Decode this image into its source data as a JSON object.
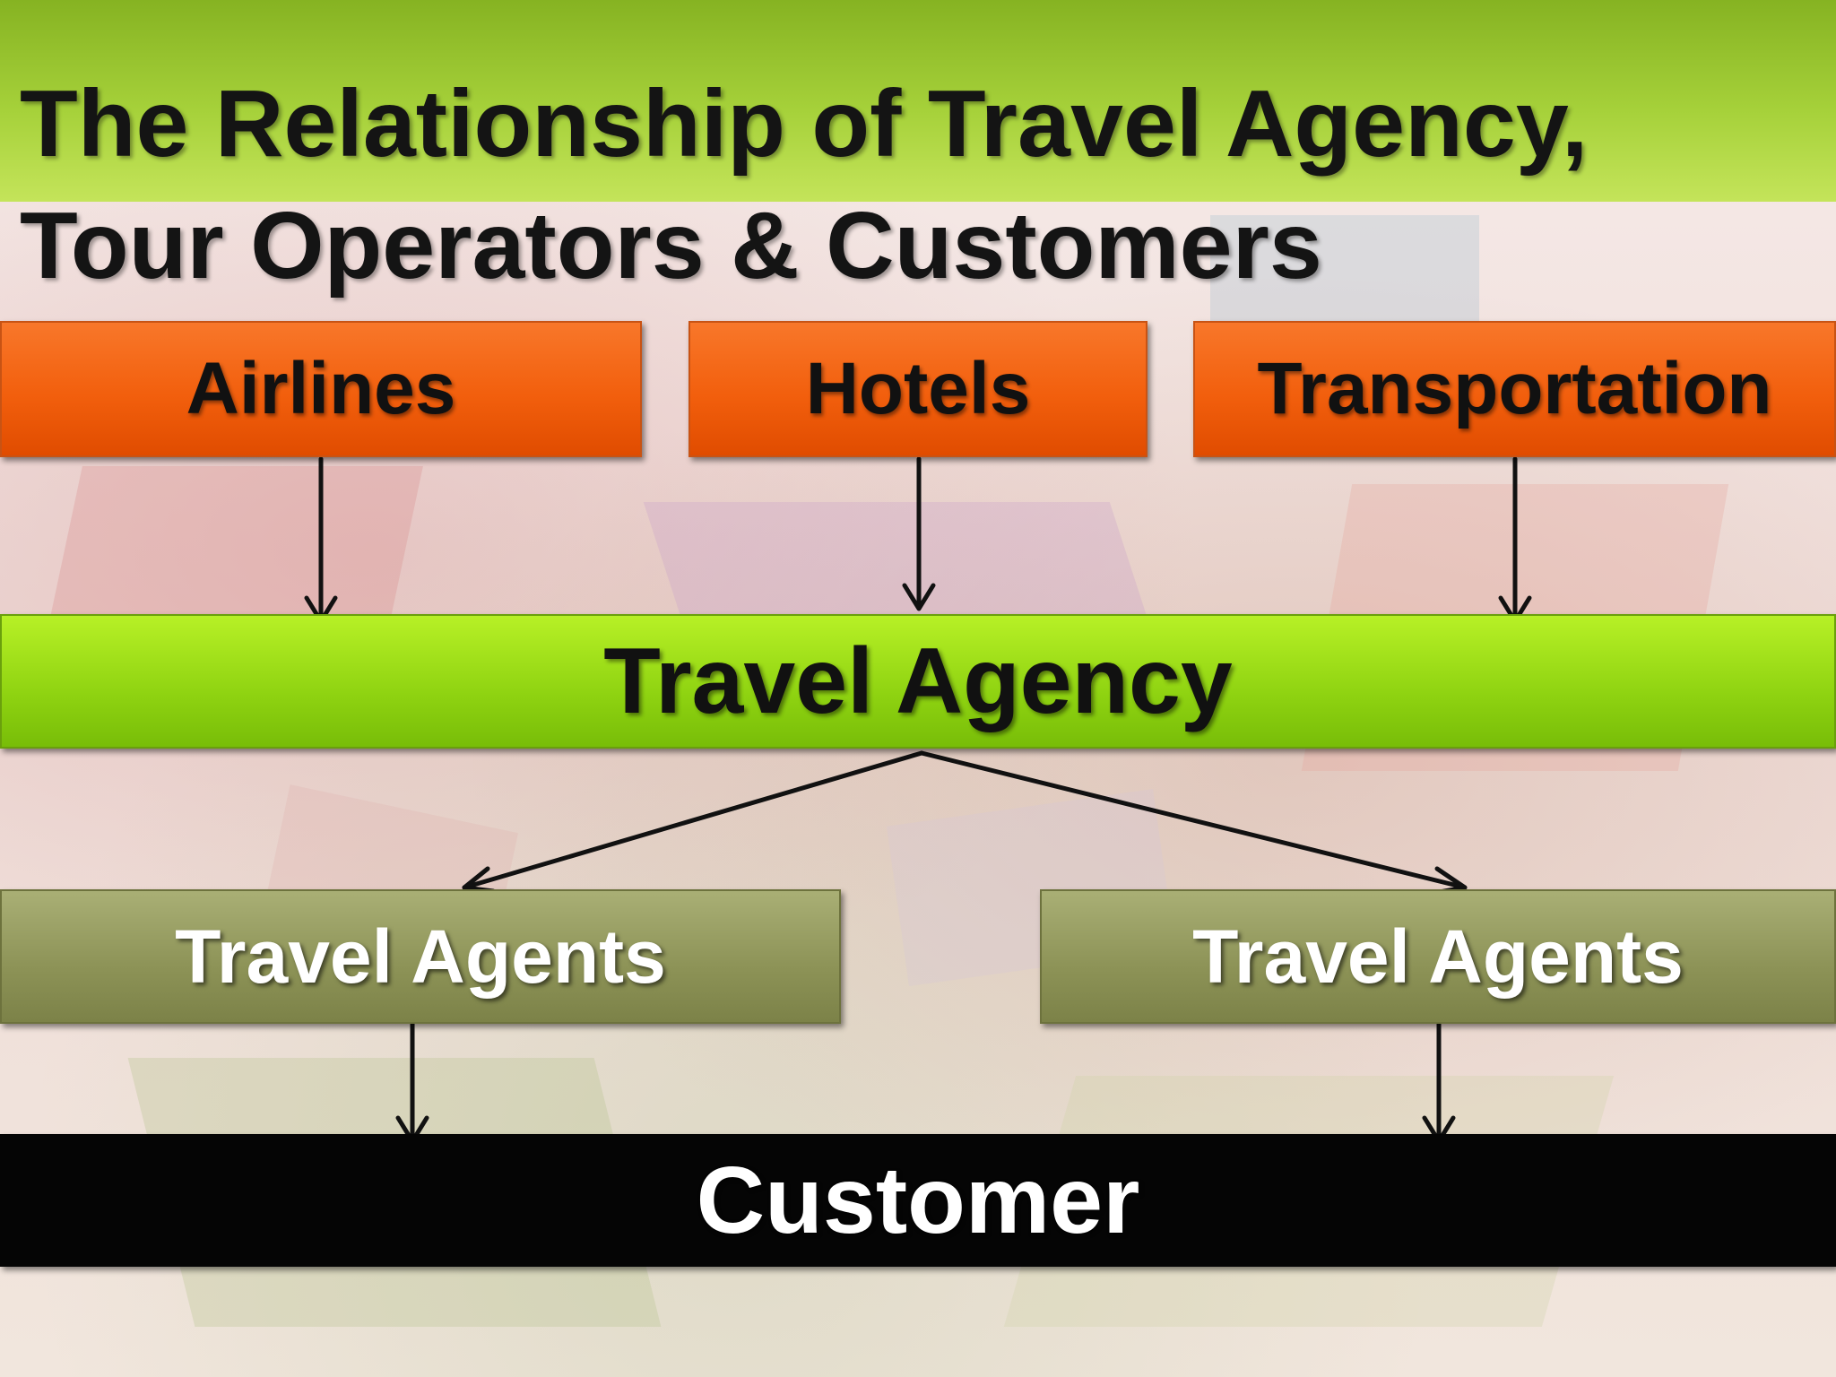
{
  "title": {
    "line1": "The Relationship of Travel Agency,",
    "line2": "Tour Operators & Customers"
  },
  "suppliers": [
    "Airlines",
    "Hotels",
    "Transportation"
  ],
  "agency": "Travel Agency",
  "agents": [
    "Travel Agents",
    "Travel Agents"
  ],
  "customer": "Customer",
  "colors": {
    "title_band": "#a6d13a",
    "supplier_box": "#f25f0d",
    "agency_box": "#8fd311",
    "agent_box": "#8c9256",
    "customer_box": "#050505",
    "arrows": "#111111"
  }
}
